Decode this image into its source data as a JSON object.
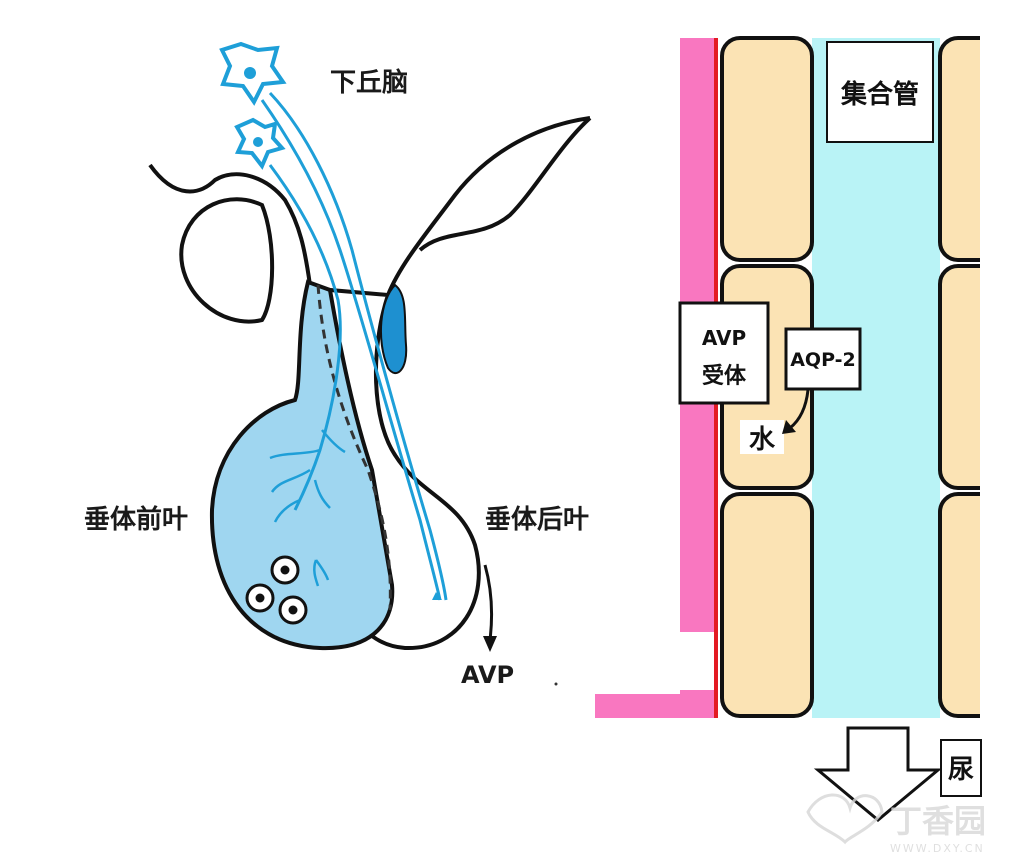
{
  "left_panel": {
    "hypothalamus_label": "下丘脑",
    "anterior_pituitary_label": "垂体前叶",
    "posterior_pituitary_label": "垂体后叶",
    "avp_output_label": "AVP"
  },
  "right_panel": {
    "collecting_duct_label": "集合管",
    "avp_receptor_line1": "AVP",
    "avp_receptor_line2": "受体",
    "aqp2_label": "AQP-2",
    "water_label": "水",
    "urine_label": "尿"
  },
  "watermark": {
    "text_cn": "丁香园",
    "text_en": "WWW.DXY.CN"
  },
  "colors": {
    "pituitary_blue": "#9fd6f0",
    "neuron_blue": "#1e9fd8",
    "cell_beige": "#fbe3b4",
    "lumen_cyan": "#b9f3f6",
    "interstitium_pink": "#f977c0",
    "membrane_red": "#e31b23"
  }
}
